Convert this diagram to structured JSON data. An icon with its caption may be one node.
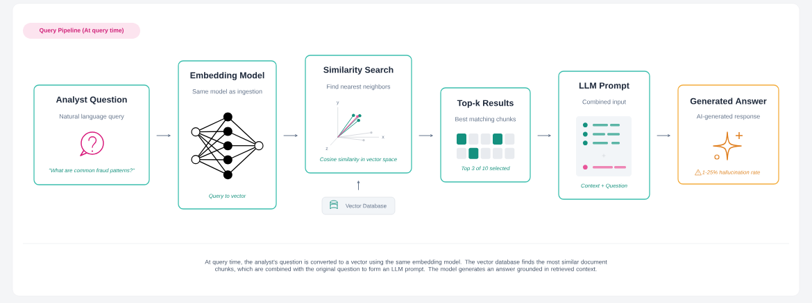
{
  "diagram": {
    "caption": "At query time, the analyst's question is converted to a vector using the same embedding model. The vector database finds the most similar document chunks, which are combined with the original question to form an LLM prompt. The model generates an answer grounded in retrieved context.",
    "nodes": [
      {
        "text": [
          "Query Pipeline (At query time)"
        ]
      },
      {
        "text": [
          "Analyst Question",
          "Natural language query",
          "\"What are common fraud patterns?\""
        ]
      },
      {
        "text": [
          "Embedding Model",
          "Same model as ingestion",
          "Query to vector"
        ]
      },
      {
        "text": [
          "Similarity Search",
          "Find nearest neighbors",
          "Cosine similarity in vector space"
        ]
      },
      {
        "text": [
          "Top-k Results",
          "Best matching chunks",
          "Top 3 of 10 selected"
        ]
      },
      {
        "text": [
          "LLM Prompt",
          "Combined input",
          "Context + Question"
        ]
      },
      {
        "text": [
          "Generated Answer",
          "AI-generated response",
          "1-25% hallucination rate"
        ]
      },
      {
        "text": [
          "Vector Database"
        ]
      }
    ],
    "edges": [
      {
        "from": 1,
        "to": 2,
        "arrow": "to"
      },
      {
        "from": 2,
        "to": 3,
        "arrow": "to"
      },
      {
        "from": 3,
        "to": 4,
        "arrow": "to"
      },
      {
        "from": 4,
        "to": 5,
        "arrow": "to"
      },
      {
        "from": 5,
        "to": 6,
        "arrow": "to"
      },
      {
        "from": 7,
        "to": 3,
        "arrow": "to"
      }
    ],
    "labels": [
      "y",
      "x",
      "z"
    ]
  }
}
